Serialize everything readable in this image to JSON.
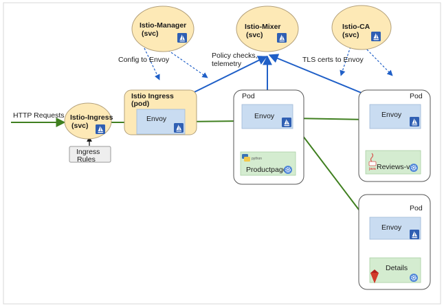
{
  "services": {
    "manager": {
      "name": "Istio-Manager",
      "sub": "(svc)"
    },
    "mixer": {
      "name": "Istio-Mixer",
      "sub": "(svc)"
    },
    "ca": {
      "name": "Istio-CA",
      "sub": "(svc)"
    },
    "ingress_svc": {
      "name": "Istio-Ingress",
      "sub": "(svc)"
    }
  },
  "ingress_pod": {
    "title": "Istio Ingress",
    "sub": "(pod)",
    "envoy": "Envoy"
  },
  "pods": {
    "productpage": {
      "title": "Pod",
      "envoy": "Envoy",
      "app": "Productpage",
      "lang_badge": "python"
    },
    "reviews": {
      "title": "Pod",
      "envoy": "Envoy",
      "app": "Reviews-v1",
      "lang_badge": "java"
    },
    "details": {
      "title": "Pod",
      "envoy": "Envoy",
      "app": "Details"
    }
  },
  "labels": {
    "http_requests": "HTTP Requests",
    "config_to_envoy": "Config to Envoy",
    "policy_line1": "Policy checks,",
    "policy_line2": "telemetry",
    "tls_certs": "TLS certs to Envoy",
    "ingress_rules_line1": "Ingress",
    "ingress_rules_line2": "Rules"
  },
  "colors": {
    "service_fill": "#fde9b6",
    "service_stroke": "#b3a07a",
    "pod_fill": "#fde9b6",
    "envoy_fill": "#c9dcf1",
    "app_fill": "#d4ecd0",
    "green_arrow": "#3f7f1f",
    "blue_arrow": "#1f5fc7"
  },
  "icons": [
    "sailboat-icon",
    "gear-icon",
    "python-logo",
    "java-logo",
    "ruby-gem-icon"
  ]
}
